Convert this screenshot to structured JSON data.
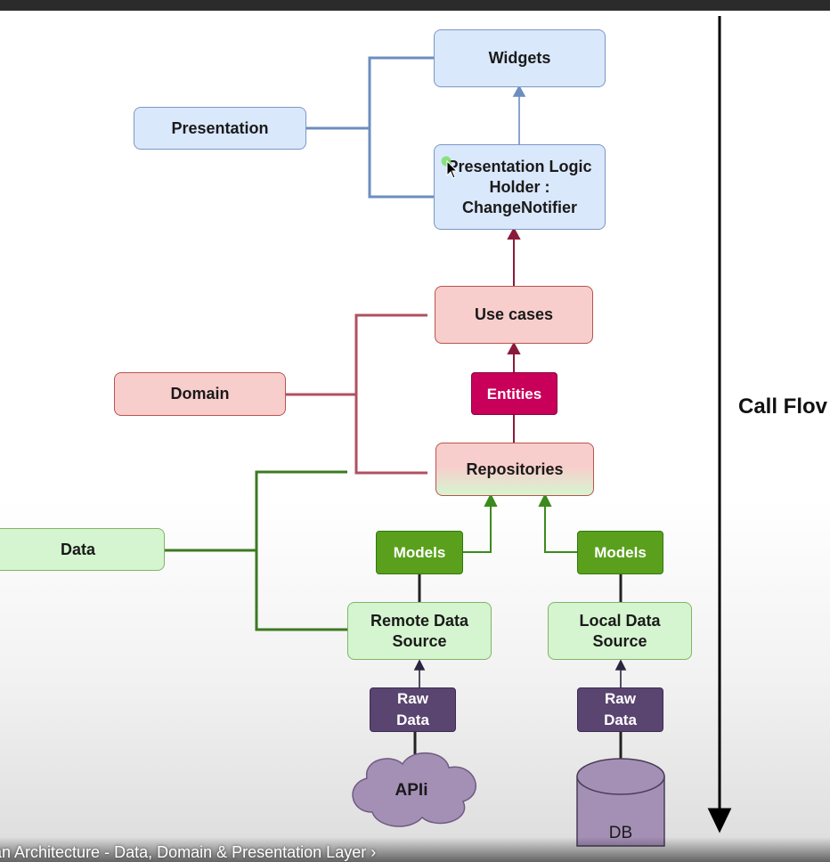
{
  "diagram": {
    "nodes": {
      "widgets": "Widgets",
      "presentation": "Presentation",
      "logic_holder_line1": "Presentation Logic",
      "logic_holder_line2": "Holder :",
      "logic_holder_line3": "ChangeNotifier",
      "use_cases": "Use cases",
      "domain": "Domain",
      "entities": "Entities",
      "repositories": "Repositories",
      "data": "Data",
      "models_remote": "Models",
      "models_local": "Models",
      "remote_line1": "Remote Data",
      "remote_line2": "Source",
      "local_line1": "Local Data",
      "local_line2": "Source",
      "raw_remote_line1": "Raw",
      "raw_remote_line2": "Data",
      "raw_local_line1": "Raw",
      "raw_local_line2": "Data",
      "api": "APIi",
      "db": "DB"
    },
    "call_flow_label": "Call Flov"
  },
  "video": {
    "caption": "an Architecture - Data, Domain & Presentation Layer ›"
  },
  "colors": {
    "presentation_fill": "#dae8fc",
    "domain_fill": "#f8cecc",
    "data_fill": "#d5f5d0",
    "models_fill": "#5aa01c",
    "entities_fill": "#c8005a",
    "raw_data_fill": "#5a4470",
    "cloud_db_fill": "#a48fb5"
  }
}
